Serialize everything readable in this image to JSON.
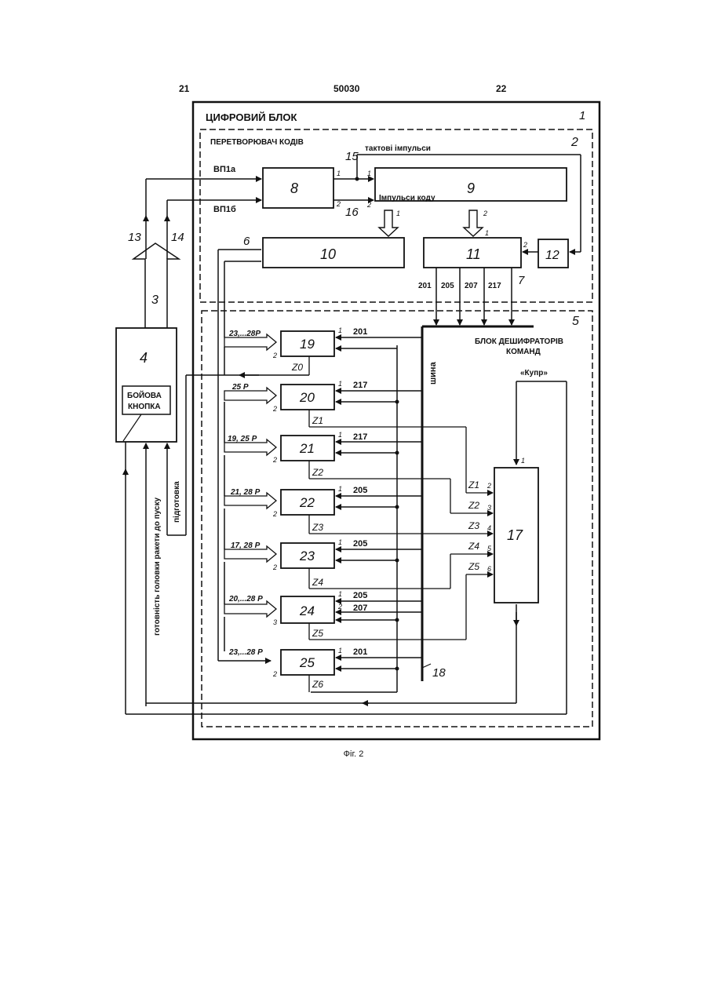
{
  "header": {
    "left": "21",
    "center": "50030",
    "right": "22"
  },
  "caption": "Фіг. 2",
  "labels": {
    "digital_block": "ЦИФРОВИЙ БЛОК",
    "digital_block_num": "1",
    "code_converter": "ПЕРЕТВОРЮВАЧ КОДІВ",
    "code_converter_num": "2",
    "clock_pulses": "тактові імпульси",
    "code_pulses": "Імпульси коду",
    "vp1a": "ВП1а",
    "vp1b": "ВП1б",
    "decoder_block_line1": "БЛОК ДЕШИФРАТОРІВ",
    "decoder_block_line2": "КОМАНД",
    "decoder_block_num": "5",
    "bus": "шина",
    "bus_num": "18",
    "kupr": "«Купр»",
    "combat_button_line1": "БОЙОВА",
    "combat_button_line2": "КНОПКА",
    "readiness": "готовність головки ракети до пуску",
    "preparation": "підготовка"
  },
  "blocks": {
    "b4": "4",
    "b8": "8",
    "b9": "9",
    "b10": "10",
    "b11": "11",
    "b12": "12",
    "b17": "17",
    "b19": "19",
    "b20": "20",
    "b21": "21",
    "b22": "22",
    "b23": "23",
    "b24": "24",
    "b25": "25"
  },
  "refs": {
    "n3": "3",
    "n6": "6",
    "n7": "7",
    "n13": "13",
    "n14": "14",
    "n15": "15",
    "n16": "16",
    "bus201": "201",
    "bus205": "205",
    "bus207": "207",
    "bus217": "217"
  },
  "decoder_inputs": {
    "d19": "23,...28Р",
    "d20": "25 Р",
    "d21": "19, 25 Р",
    "d22": "21, 28 Р",
    "d23": "17, 28 Р",
    "d24": "20,...28 Р",
    "d25": "23,...28 Р"
  },
  "decoder_bus_codes": {
    "c19": "201",
    "c20": "217",
    "c21": "217",
    "c22": "205",
    "c23": "205",
    "c24a": "205",
    "c24b": "207",
    "c25": "201"
  },
  "z_outputs": {
    "z0": "Z0",
    "z1": "Z1",
    "z2": "Z2",
    "z3": "Z3",
    "z4": "Z4",
    "z5": "Z5",
    "z6": "Z6"
  },
  "b17_inputs": {
    "i1": "Z1",
    "i2": "Z2",
    "i3": "Z3",
    "i4": "Z4",
    "i5": "Z5"
  },
  "pins": {
    "one": "1",
    "two": "2",
    "three": "3",
    "four": "4",
    "five": "5",
    "six": "6"
  }
}
